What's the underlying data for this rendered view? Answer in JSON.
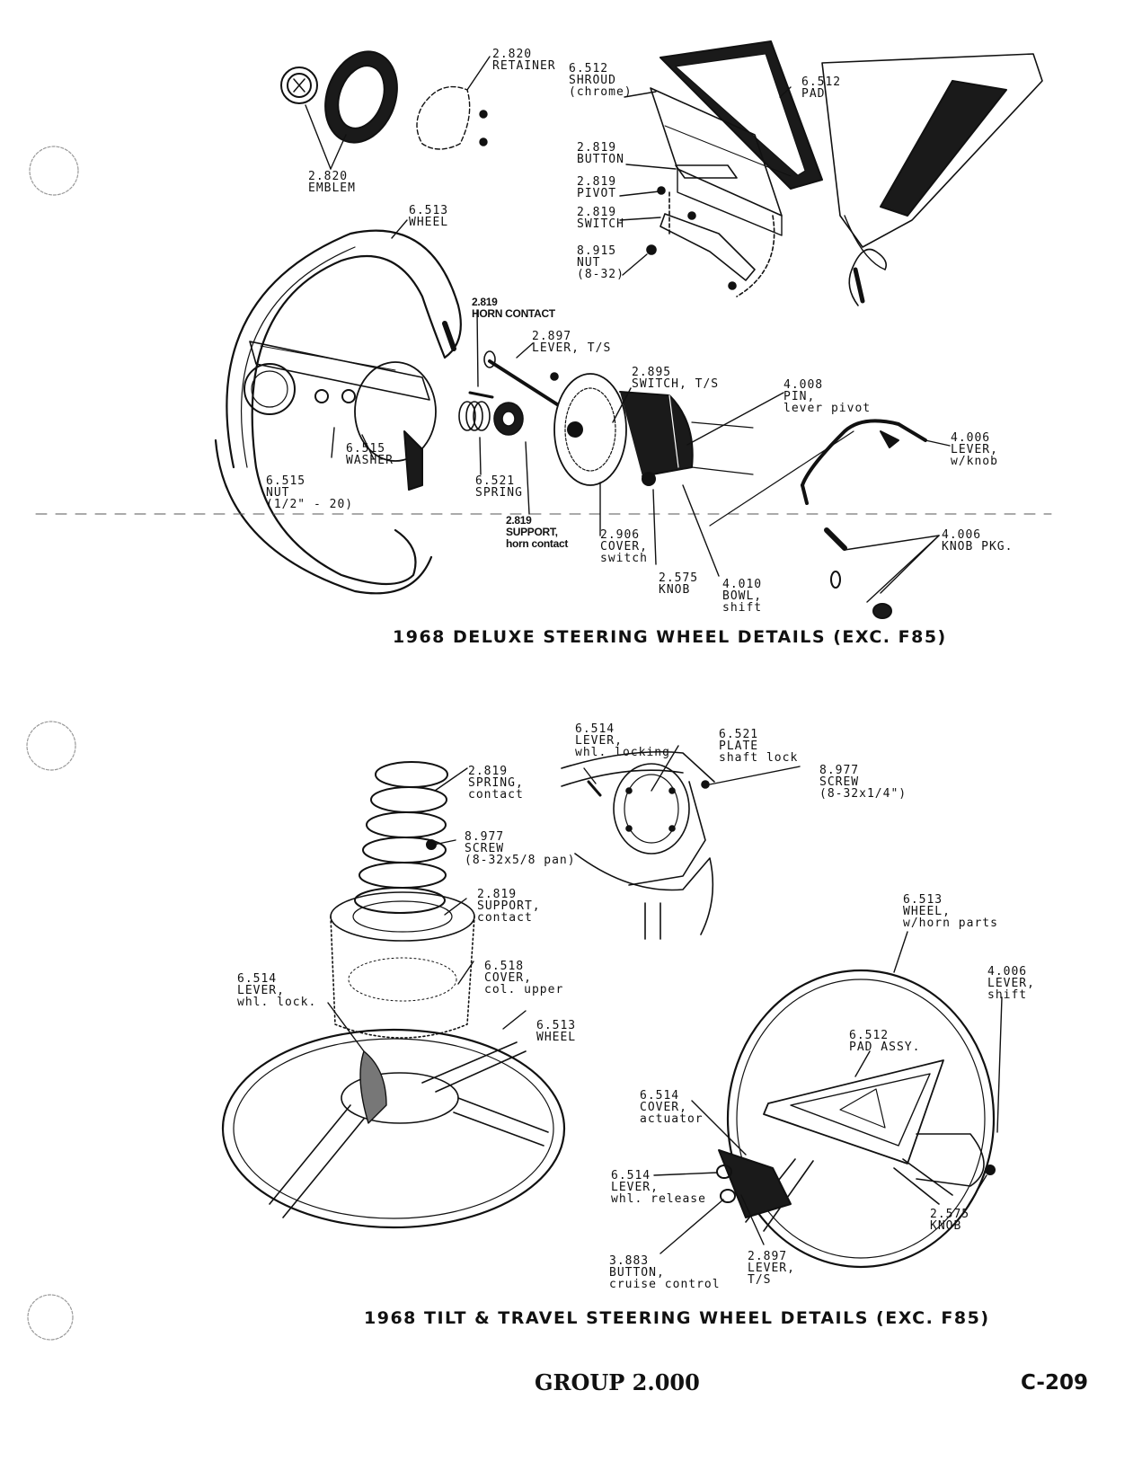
{
  "figures": {
    "top": {
      "caption": "1968 DELUXE STEERING WHEEL DETAILS (EXC. F85)",
      "callouts": [
        {
          "id": "retainer",
          "lines": [
            "2.820",
            "RETAINER"
          ]
        },
        {
          "id": "emblem",
          "lines": [
            "2.820",
            "EMBLEM"
          ]
        },
        {
          "id": "shroud",
          "lines": [
            "6.512",
            "SHROUD",
            "(chrome)"
          ]
        },
        {
          "id": "pad",
          "lines": [
            "6.512",
            "PAD"
          ]
        },
        {
          "id": "button",
          "lines": [
            "2.819",
            "BUTTON"
          ]
        },
        {
          "id": "pivot",
          "lines": [
            "2.819",
            "PIVOT"
          ]
        },
        {
          "id": "switch",
          "lines": [
            "2.819",
            "SWITCH"
          ]
        },
        {
          "id": "nut-832",
          "lines": [
            "8.915",
            "NUT",
            "(8-32)"
          ]
        },
        {
          "id": "wheel",
          "lines": [
            "6.513",
            "WHEEL"
          ]
        },
        {
          "id": "horn-contact",
          "lines": [
            "2.819",
            "HORN CONTACT"
          ]
        },
        {
          "id": "lever-ts",
          "lines": [
            "2.897",
            "LEVER, T/S"
          ]
        },
        {
          "id": "switch-ts",
          "lines": [
            "2.895",
            "SWITCH, T/S"
          ]
        },
        {
          "id": "pin",
          "lines": [
            "4.008",
            "PIN,",
            "lever pivot"
          ]
        },
        {
          "id": "lever-knob",
          "lines": [
            "4.006",
            "LEVER,",
            "w/knob"
          ]
        },
        {
          "id": "washer",
          "lines": [
            "6.515",
            "WASHER"
          ]
        },
        {
          "id": "nut",
          "lines": [
            "6.515",
            "NUT",
            "(1/2\" - 20)"
          ]
        },
        {
          "id": "spring",
          "lines": [
            "6.521",
            "SPRING"
          ]
        },
        {
          "id": "support",
          "lines": [
            "2.819",
            "SUPPORT,",
            "horn contact"
          ]
        },
        {
          "id": "cover-switch",
          "lines": [
            "2.906",
            "COVER,",
            "switch"
          ]
        },
        {
          "id": "knob",
          "lines": [
            "2.575",
            "KNOB"
          ]
        },
        {
          "id": "bowl",
          "lines": [
            "4.010",
            "BOWL,",
            "shift"
          ]
        },
        {
          "id": "knob-pkg",
          "lines": [
            "4.006",
            "KNOB PKG."
          ]
        }
      ]
    },
    "bottom": {
      "caption": "1968 TILT & TRAVEL STEERING WHEEL DETAILS (EXC. F85)",
      "callouts": [
        {
          "id": "lever-whl-locking",
          "lines": [
            "6.514",
            "LEVER,",
            "whl. locking"
          ]
        },
        {
          "id": "plate",
          "lines": [
            "6.521",
            "PLATE",
            "shaft lock"
          ]
        },
        {
          "id": "screw-14",
          "lines": [
            "8.977",
            "SCREW",
            "(8-32x1/4\")"
          ]
        },
        {
          "id": "spring-contact",
          "lines": [
            "2.819",
            "SPRING,",
            "contact"
          ]
        },
        {
          "id": "screw-58",
          "lines": [
            "8.977",
            "SCREW",
            "(8-32x5/8 pan)"
          ]
        },
        {
          "id": "support-contact",
          "lines": [
            "2.819",
            "SUPPORT,",
            "contact"
          ]
        },
        {
          "id": "cover-col",
          "lines": [
            "6.518",
            "COVER,",
            "col. upper"
          ]
        },
        {
          "id": "lever-whl-lock",
          "lines": [
            "6.514",
            "LEVER,",
            "whl. lock."
          ]
        },
        {
          "id": "wheel-b",
          "lines": [
            "6.513",
            "WHEEL"
          ]
        },
        {
          "id": "wheel-horn",
          "lines": [
            "6.513",
            "WHEEL,",
            "w/horn parts"
          ]
        },
        {
          "id": "lever-shift",
          "lines": [
            "4.006",
            "LEVER,",
            "shift"
          ]
        },
        {
          "id": "pad-assy",
          "lines": [
            "6.512",
            "PAD ASSY."
          ]
        },
        {
          "id": "cover-actuator",
          "lines": [
            "6.514",
            "COVER,",
            "actuator"
          ]
        },
        {
          "id": "lever-release",
          "lines": [
            "6.514",
            "LEVER,",
            "whl. release"
          ]
        },
        {
          "id": "knob-b",
          "lines": [
            "2.575",
            "KNOB"
          ]
        },
        {
          "id": "button-cruise",
          "lines": [
            "3.883",
            "BUTTON,",
            "cruise control"
          ]
        },
        {
          "id": "lever-ts-b",
          "lines": [
            "2.897",
            "LEVER,",
            "T/S"
          ]
        }
      ]
    }
  },
  "footer": {
    "group": "GROUP 2.000",
    "page": "C-209"
  }
}
